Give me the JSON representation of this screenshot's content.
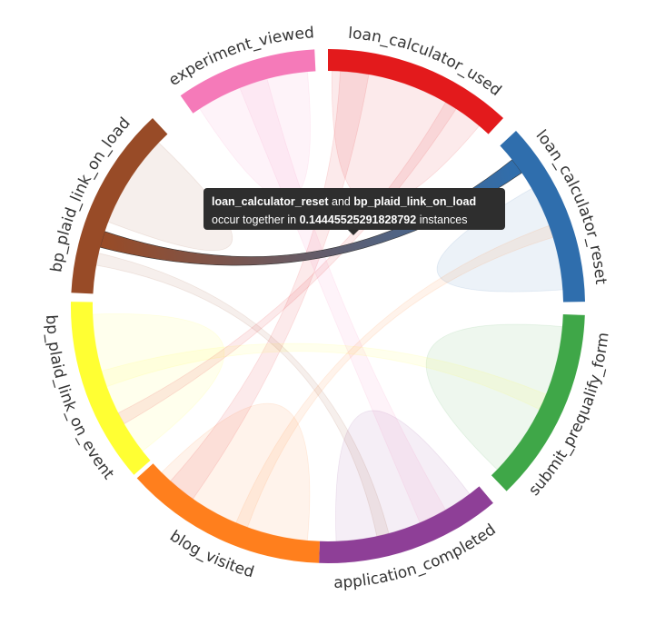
{
  "chart_data": {
    "type": "chord",
    "groups": [
      {
        "name": "loan_calculator_used",
        "color": "#e31a1c"
      },
      {
        "name": "loan_calculator_reset",
        "color": "#2f6ead"
      },
      {
        "name": "submit_prequalify_form",
        "color": "#3fa748"
      },
      {
        "name": "application_completed",
        "color": "#8e3f97"
      },
      {
        "name": "blog_visited",
        "color": "#ff7f1d"
      },
      {
        "name": "bp_plaid_link_on_event",
        "color": "#ffff33"
      },
      {
        "name": "bp_plaid_link_on_load",
        "color": "#984b27"
      },
      {
        "name": "experiment_viewed",
        "color": "#f57ab9"
      }
    ],
    "highlighted_chord": {
      "source": "loan_calculator_reset",
      "target": "bp_plaid_link_on_load",
      "value": 0.14445525291828792
    }
  },
  "tooltip": {
    "source": "loan_calculator_reset",
    "and_text": "and",
    "target": "bp_plaid_link_on_load",
    "occur_text": "occur together in",
    "value": "0.14445525291828792",
    "instances_text": "instances"
  }
}
